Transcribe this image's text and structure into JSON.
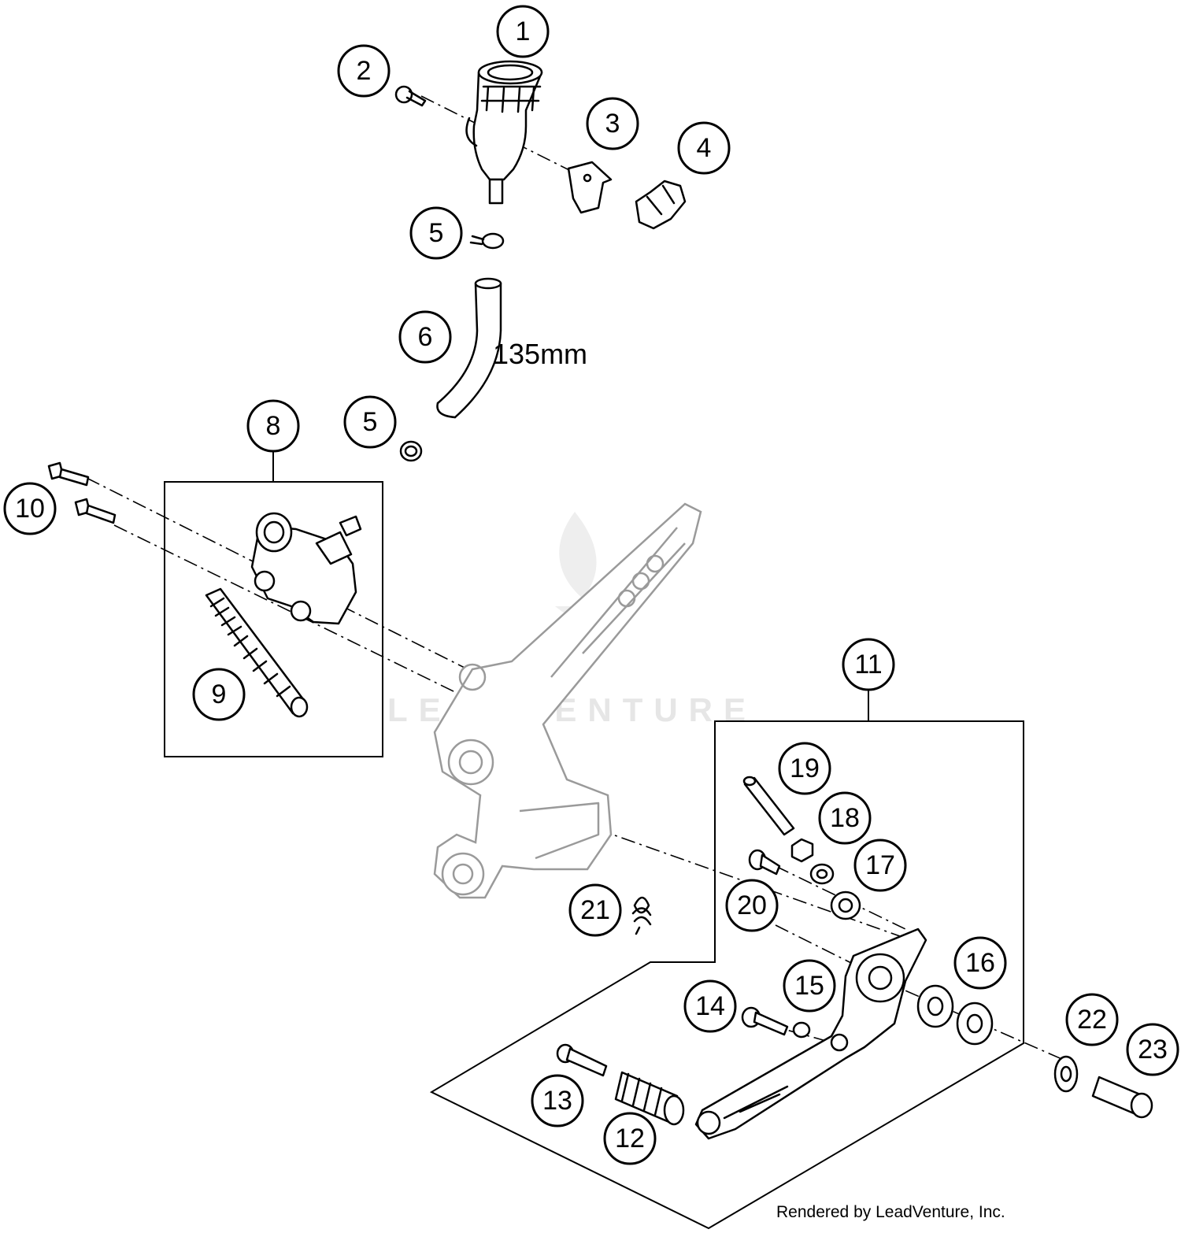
{
  "diagram": {
    "watermark": "LEADVENTURE",
    "dimension_label": "135mm",
    "credit": "Rendered by LeadVenture, Inc.",
    "callouts": [
      {
        "id": "c1",
        "label": "1"
      },
      {
        "id": "c2",
        "label": "2"
      },
      {
        "id": "c3",
        "label": "3"
      },
      {
        "id": "c4",
        "label": "4"
      },
      {
        "id": "c5a",
        "label": "5"
      },
      {
        "id": "c5b",
        "label": "5"
      },
      {
        "id": "c6",
        "label": "6"
      },
      {
        "id": "c8",
        "label": "8"
      },
      {
        "id": "c9",
        "label": "9"
      },
      {
        "id": "c10",
        "label": "10"
      },
      {
        "id": "c11",
        "label": "11"
      },
      {
        "id": "c12",
        "label": "12"
      },
      {
        "id": "c13",
        "label": "13"
      },
      {
        "id": "c14",
        "label": "14"
      },
      {
        "id": "c15",
        "label": "15"
      },
      {
        "id": "c16",
        "label": "16"
      },
      {
        "id": "c17",
        "label": "17"
      },
      {
        "id": "c18",
        "label": "18"
      },
      {
        "id": "c19",
        "label": "19"
      },
      {
        "id": "c20",
        "label": "20"
      },
      {
        "id": "c21",
        "label": "21"
      },
      {
        "id": "c22",
        "label": "22"
      },
      {
        "id": "c23",
        "label": "23"
      }
    ]
  }
}
